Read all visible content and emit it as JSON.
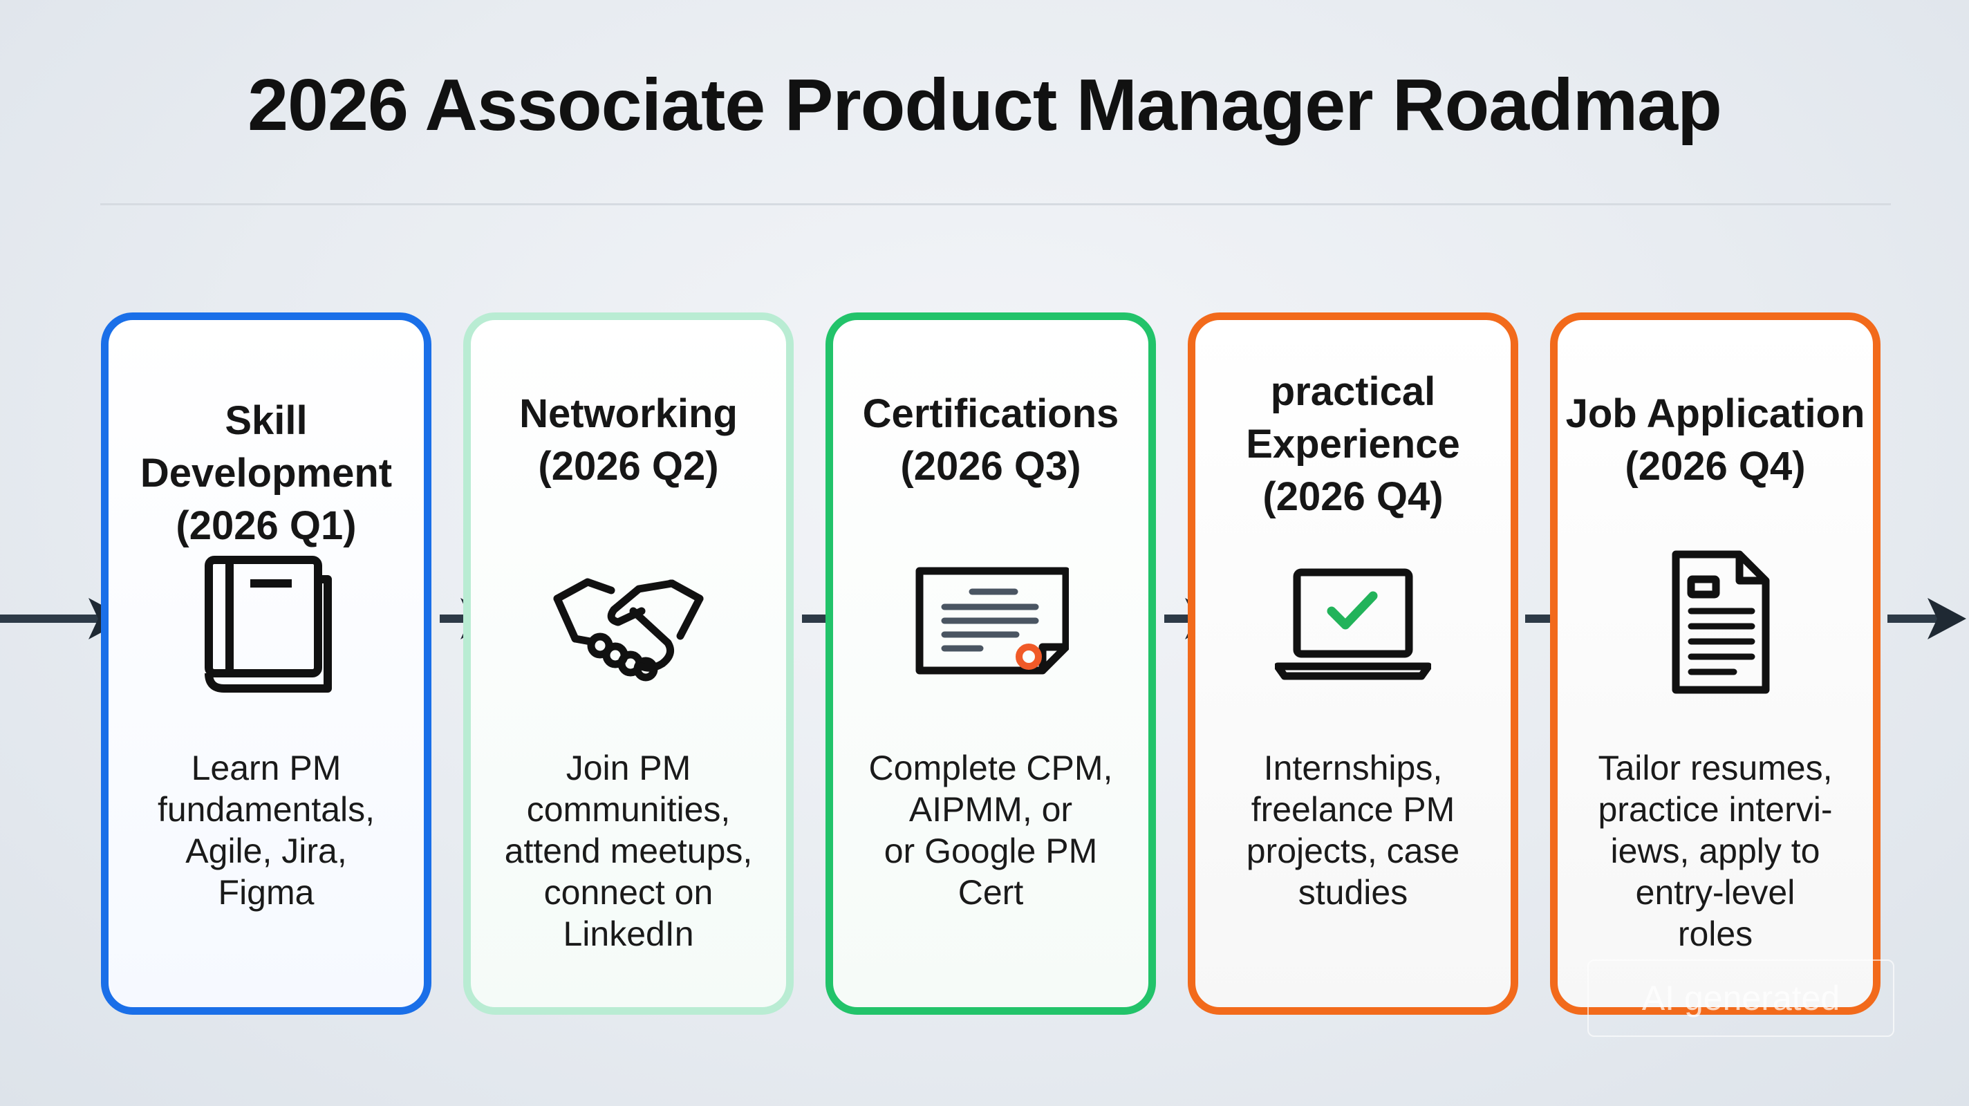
{
  "title": "2026 Associate Product Manager Roadmap",
  "stages": [
    {
      "title_lines": [
        "Skill Development",
        "(2026 Q1)"
      ],
      "icon": "book-icon",
      "color": "#1a6fe8",
      "desc_lines": [
        "Learn PM",
        "fundamentals,",
        "Agile, Jira,",
        "Figma"
      ]
    },
    {
      "title_lines": [
        "Networking",
        "(2026 Q2)"
      ],
      "icon": "handshake-icon",
      "color": "#b9ecd3",
      "desc_lines": [
        "Join PM",
        "communities,",
        "attend meetups,",
        "connect on",
        "LinkedIn"
      ]
    },
    {
      "title_lines": [
        "Certifications",
        "(2026 Q3)"
      ],
      "icon": "certificate-icon",
      "color": "#22c36a",
      "desc_lines": [
        "Complete CPM,",
        "AIPMM, or",
        "or Google PM",
        "Cert"
      ]
    },
    {
      "title_lines": [
        "practical",
        "Experience",
        "(2026 Q4)"
      ],
      "icon": "laptop-check-icon",
      "color": "#f26a1b",
      "desc_lines": [
        "Internships,",
        "freelance PM",
        "projects, case",
        "studies"
      ]
    },
    {
      "title_lines": [
        "Job Application",
        "(2026 Q4)"
      ],
      "icon": "document-icon",
      "color": "#f26a1b",
      "desc_lines": [
        "Tailor resumes,",
        "practice intervi-",
        "iews, apply to",
        "entry-level",
        "roles"
      ]
    }
  ],
  "watermark": "AI generated",
  "colors": {
    "arrow": "#2d3a47",
    "check": "#22b35a",
    "seal": "#f05a28"
  }
}
